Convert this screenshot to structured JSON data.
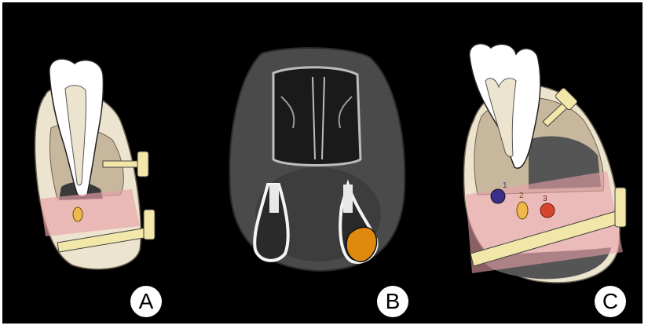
{
  "panels": [
    {
      "id": "panel-a",
      "label": "A"
    },
    {
      "id": "panel-b",
      "label": "B"
    },
    {
      "id": "panel-c",
      "label": "C"
    }
  ],
  "markers": {
    "site_1": "1",
    "site_2": "2",
    "site_3": "3"
  },
  "colors": {
    "background": "#000000",
    "bone": "#ede4cf",
    "enamel": "#ffffff",
    "pulp_cavity": "#c7b79c",
    "target_zone": "#e8a0a8",
    "screw": "#f2e6a8",
    "highlight_orange": "#e0890f",
    "site_1": "#3a2f8a",
    "site_2": "#f0b84a",
    "site_3": "#d8442e"
  }
}
